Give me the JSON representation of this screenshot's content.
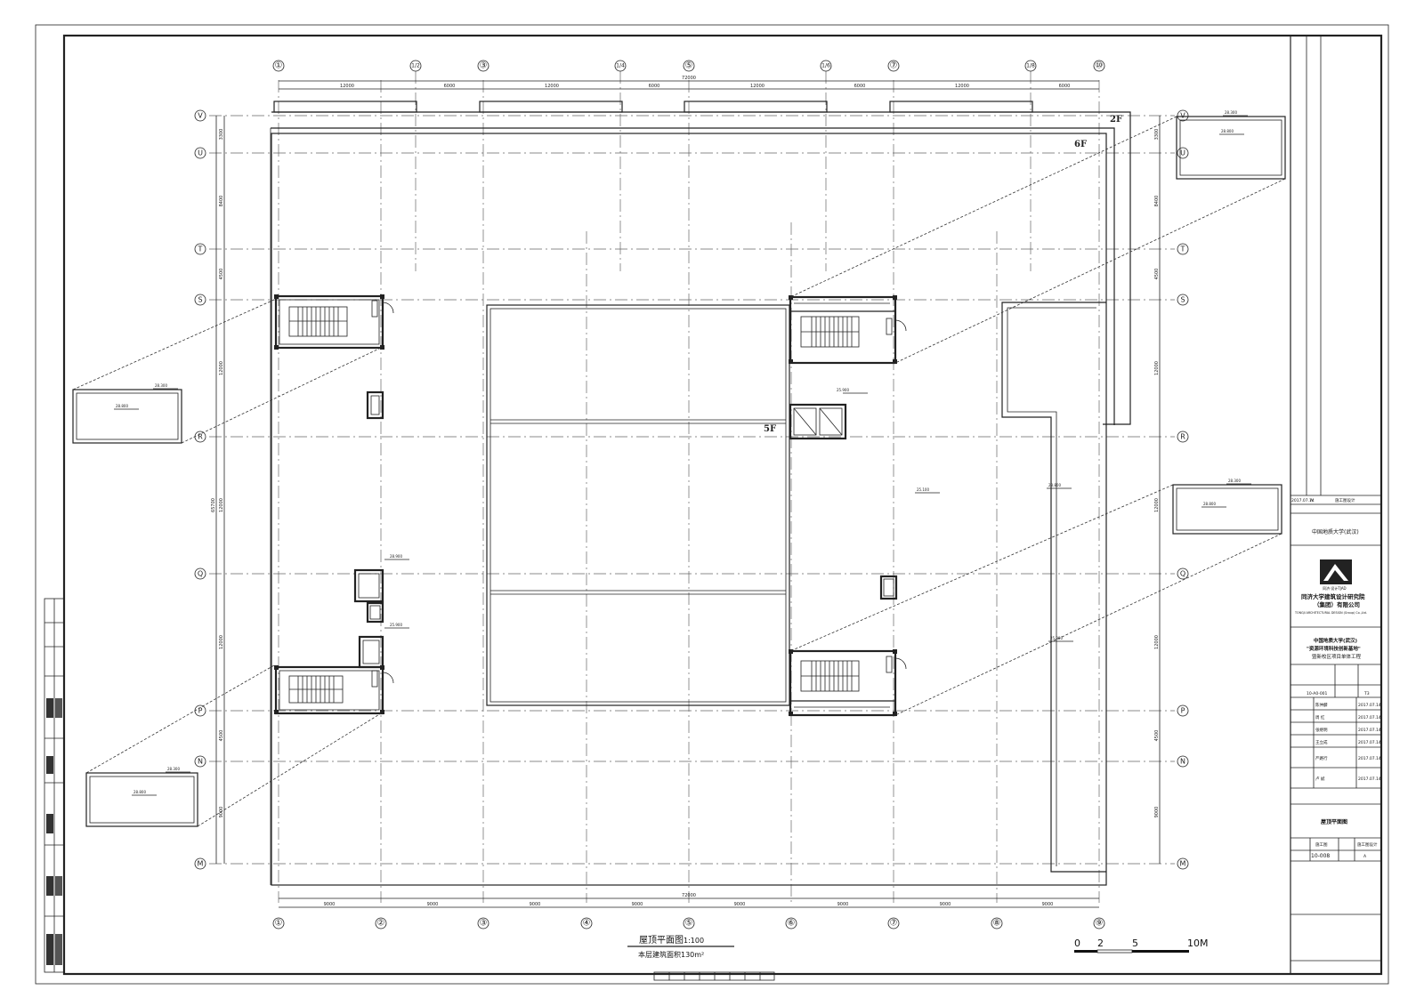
{
  "drawing": {
    "title": "屋顶平面图",
    "scale": "1:100",
    "area_note": "本层建筑面积130m²",
    "levels": {
      "l6f": "6F",
      "l5f": "5F",
      "l2f": "2F"
    },
    "total_dim": "72000",
    "top_dims": [
      "12000",
      "6000",
      "12000",
      "6000",
      "12000",
      "6000",
      "12000",
      "6000"
    ],
    "bottom_dims": [
      "9000",
      "9000",
      "9000",
      "9000",
      "9000",
      "9000",
      "9000",
      "9000"
    ],
    "left_dims": [
      "3300",
      "8400",
      "4500",
      "12000",
      "12000",
      "12000",
      "4500",
      "9000"
    ],
    "right_dims": [
      "3300",
      "8400",
      "4500",
      "12000",
      "12000",
      "12000",
      "4500",
      "9000"
    ],
    "overall_v": "65700",
    "top_axes": [
      "①",
      "1/2",
      "③",
      "1/4",
      "⑤",
      "1/6",
      "⑦",
      "1/8",
      "⑩"
    ],
    "bottom_axes": [
      "①",
      "②",
      "③",
      "④",
      "⑤",
      "⑥",
      "⑦",
      "⑧",
      "⑨"
    ],
    "row_axes": [
      "V",
      "U",
      "T",
      "S",
      "R",
      "Q",
      "P",
      "N",
      "M"
    ],
    "elevations": {
      "e1": "28.300",
      "e2": "28.800",
      "e3": "25.100",
      "e4": "25.900",
      "e5": "28.900",
      "e6": "25.900",
      "e7": "25.300"
    },
    "scale_bar": [
      "0",
      "2",
      "5",
      "10M"
    ]
  },
  "title_block": {
    "rev_date": "2017.07.14",
    "rev_code": "A",
    "rev_desc": "施工图设计",
    "client": "中国地质大学(武汉)",
    "institute_cn1": "同济大学建筑设计研究院",
    "institute_cn2": "（集团）有限公司",
    "institute_en": "TONGJI ARCHITECTURAL DESIGN (Group) Co.,Ltd.",
    "logo_text": "同济·设计TJAD",
    "project_l1": "中国地质大学(武汉)",
    "project_l2": "\"资源环境科技创新基地\"",
    "project_l3": "暨新校区项目单体工程",
    "project_no": "10-A0-001",
    "sub_no": "T3",
    "drawing_title": "屋顶平面图",
    "stage": "施工图",
    "sheet_no": "10-008",
    "version": "A",
    "signatures": [
      {
        "name": "陈仲麟",
        "date": "2017.07.14"
      },
      {
        "name": "周 红",
        "date": "2017.07.14"
      },
      {
        "name": "张继明",
        "date": "2017.07.14"
      },
      {
        "name": "王立成",
        "date": "2017.07.14"
      },
      {
        "name": "严路行",
        "date": "2017.07.14"
      },
      {
        "name": "卢 斌",
        "date": "2017.07.14"
      }
    ]
  }
}
